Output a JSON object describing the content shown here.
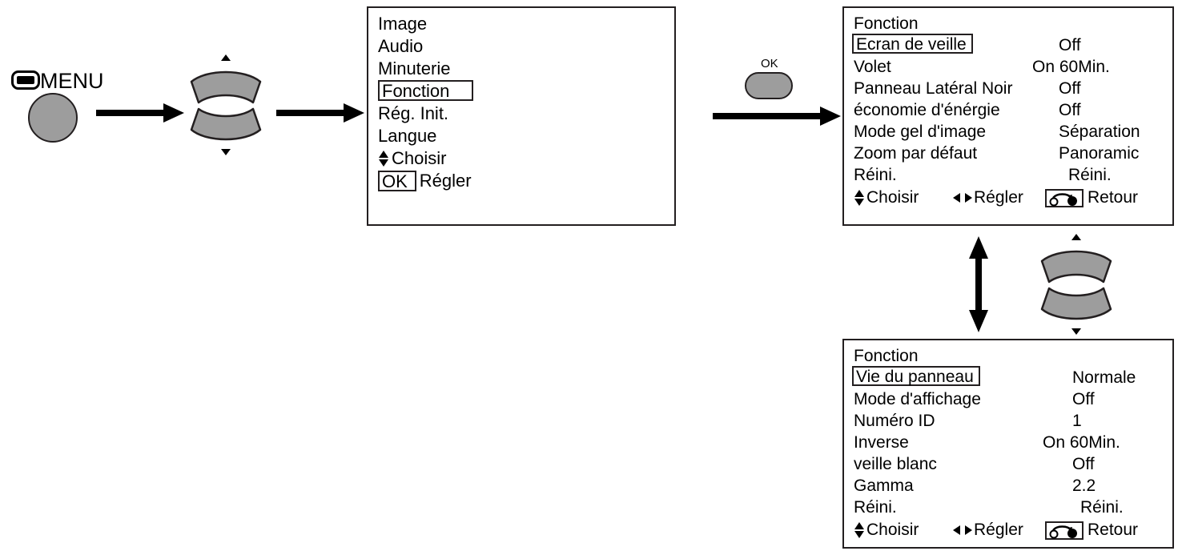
{
  "diagram": {
    "title": "OSD menu navigation flow"
  },
  "controls": {
    "menu_button": {
      "label": "MENU",
      "icon": "menu-rect-icon"
    },
    "ok_button": {
      "label": "OK"
    },
    "rocker_up_down": {
      "up_icon": "triangle-up-icon",
      "down_icon": "triangle-down-icon"
    },
    "arrow_right_icon": "arrow-right-icon",
    "arrow_updown_icon": "arrow-up-down-icon"
  },
  "colors": {
    "button_fill": "#9d9d9d",
    "outline": "#231f20",
    "background": "#ffffff",
    "text": "#000000"
  },
  "menu_main": {
    "items": [
      {
        "label": "Image",
        "selected": false
      },
      {
        "label": "Audio",
        "selected": false
      },
      {
        "label": "Minuterie",
        "selected": false
      },
      {
        "label": "Fonction",
        "selected": true
      },
      {
        "label": "Rég. Init.",
        "selected": false
      },
      {
        "label": "Langue",
        "selected": false
      }
    ],
    "hints": {
      "choose_glyph": "up-down-arrow-icon",
      "choose_label": "Choisir",
      "ok_chip": "OK",
      "ok_label": "Régler"
    }
  },
  "menu_fonction_page1": {
    "title": "Fonction",
    "rows": [
      {
        "label": "Ecran de veille",
        "value": "Off",
        "selected": true
      },
      {
        "label": "Volet",
        "value": "On  60Min.",
        "selected": false
      },
      {
        "label": "Panneau Latéral Noir",
        "value": "Off",
        "selected": false
      },
      {
        "label": "économie d'énérgie",
        "value": "Off",
        "selected": false
      },
      {
        "label": "Mode gel d'image",
        "value": "Séparation",
        "selected": false
      },
      {
        "label": "Zoom par défaut",
        "value": "Panoramic",
        "selected": false
      },
      {
        "label": "Réini.",
        "value": "Réini.",
        "selected": false
      }
    ],
    "footer": {
      "choose_glyph": "up-down-arrow-icon",
      "choose_label": "Choisir",
      "adjust_glyph": "left-right-arrow-icon",
      "adjust_label": "Régler",
      "return_glyph": "return-button-icon",
      "return_label": "Retour"
    }
  },
  "menu_fonction_page2": {
    "title": "Fonction",
    "rows": [
      {
        "label": "Vie du panneau",
        "value": "Normale",
        "selected": true
      },
      {
        "label": "Mode d'affichage",
        "value": "Off",
        "selected": false
      },
      {
        "label": "Numéro ID",
        "value": "1",
        "selected": false
      },
      {
        "label": "Inverse",
        "value": "On  60Min.",
        "selected": false
      },
      {
        "label": "veille blanc",
        "value": "Off",
        "selected": false
      },
      {
        "label": "Gamma",
        "value": "2.2",
        "selected": false
      },
      {
        "label": "Réini.",
        "value": "Réini.",
        "selected": false
      }
    ],
    "footer": {
      "choose_glyph": "up-down-arrow-icon",
      "choose_label": "Choisir",
      "adjust_glyph": "left-right-arrow-icon",
      "adjust_label": "Régler",
      "return_glyph": "return-button-icon",
      "return_label": "Retour"
    }
  }
}
